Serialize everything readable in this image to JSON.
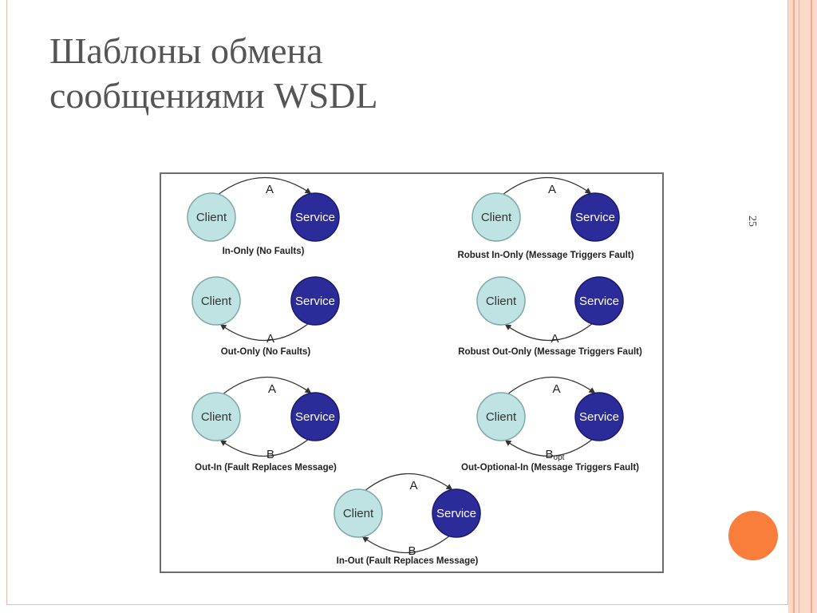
{
  "title_line1": "Шаблоны обмена",
  "title_line2": "сообщениями WSDL",
  "page_number": "25",
  "colors": {
    "client_fill": "#bfe3e3",
    "service_fill": "#2b2b9a",
    "accent": "#f97e3c",
    "frame": "#f0b9a1"
  },
  "node_labels": {
    "client": "Client",
    "service": "Service"
  },
  "patterns": [
    {
      "caption": "In-Only (No Faults)",
      "top_label": "A",
      "bottom_label": "",
      "bottom_sub": ""
    },
    {
      "caption": "Robust In-Only (Message Triggers Fault)",
      "top_label": "A",
      "bottom_label": "",
      "bottom_sub": ""
    },
    {
      "caption": "Out-Only (No Faults)",
      "top_label": "",
      "bottom_label": "A",
      "bottom_sub": ""
    },
    {
      "caption": "Robust Out-Only (Message Triggers Fault)",
      "top_label": "",
      "bottom_label": "A",
      "bottom_sub": ""
    },
    {
      "caption": "Out-In (Fault Replaces Message)",
      "top_label": "A",
      "bottom_label": "B",
      "bottom_sub": ""
    },
    {
      "caption": "Out-Optional-In (Message Triggers Fault)",
      "top_label": "A",
      "bottom_label": "B",
      "bottom_sub": "opt"
    },
    {
      "caption": "In-Out (Fault Replaces Message)",
      "top_label": "A",
      "bottom_label": "B",
      "bottom_sub": ""
    }
  ]
}
